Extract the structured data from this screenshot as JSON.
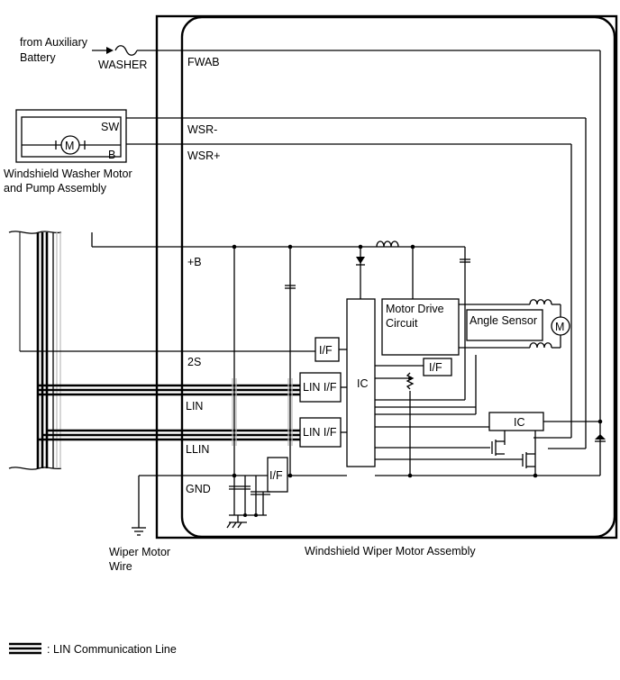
{
  "labels": {
    "from_aux_1": "from Auxiliary",
    "from_aux_2": "Battery",
    "washer_fuse": "WASHER",
    "pin_fwab": "FWAB",
    "pin_wsr_minus": "WSR-",
    "pin_wsr_plus": "WSR+",
    "pin_b": "+B",
    "pin_2s": "2S",
    "pin_lin": "LIN",
    "pin_llin": "LLIN",
    "pin_gnd": "GND",
    "washer_sw": "SW",
    "washer_b": "B",
    "motor_symbol": "M",
    "washer_assy_1": "Windshield Washer Motor",
    "washer_assy_2": "and Pump Assembly",
    "motor_drive_1": "Motor Drive",
    "motor_drive_2": "Circuit",
    "angle_sensor": "Angle Sensor",
    "ic_main": "IC",
    "ic_small": "IC",
    "if_2s": "I/F",
    "if_md": "I/F",
    "if_gnd": "I/F",
    "lin_if_1": "LIN I/F",
    "lin_if_2": "LIN I/F",
    "wiper_wire_1": "Wiper Motor",
    "wiper_wire_2": "Wire",
    "wiper_assy": "Windshield Wiper Motor Assembly",
    "legend": ": LIN Communication Line"
  }
}
